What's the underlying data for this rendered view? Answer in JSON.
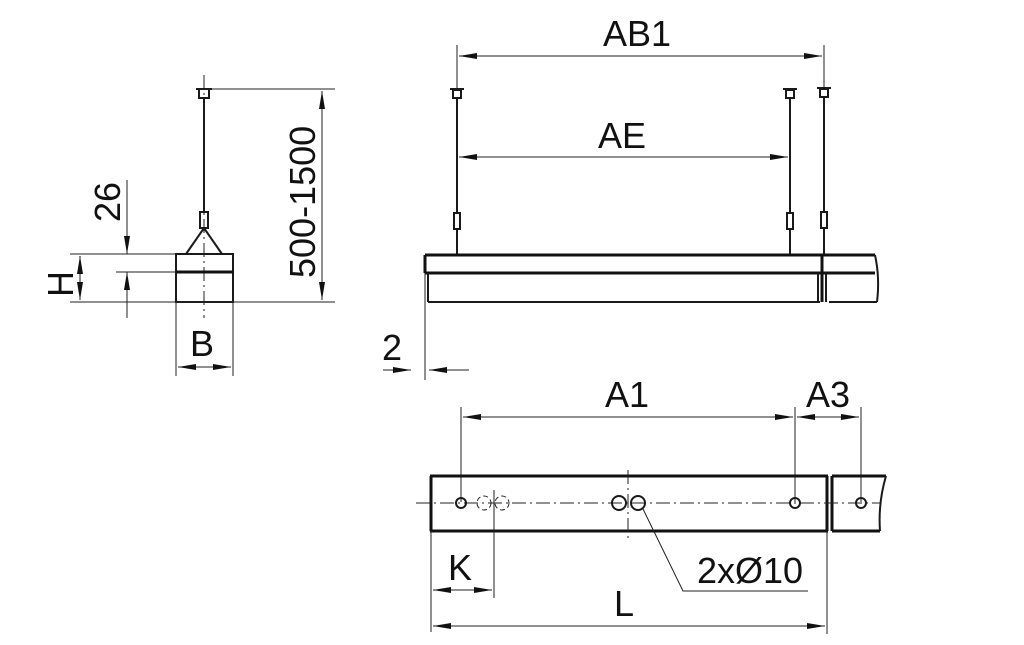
{
  "drawing": {
    "side_view": {
      "label_height_offset": "26",
      "label_height": "H",
      "label_suspension": "500-1500",
      "label_width": "B"
    },
    "front_view": {
      "label_ab1": "AB1",
      "label_ae": "AE",
      "label_gap": "2"
    },
    "top_view": {
      "label_a1": "A1",
      "label_a3": "A3",
      "label_k": "K",
      "label_l": "L",
      "label_holes": "2xØ10"
    }
  }
}
